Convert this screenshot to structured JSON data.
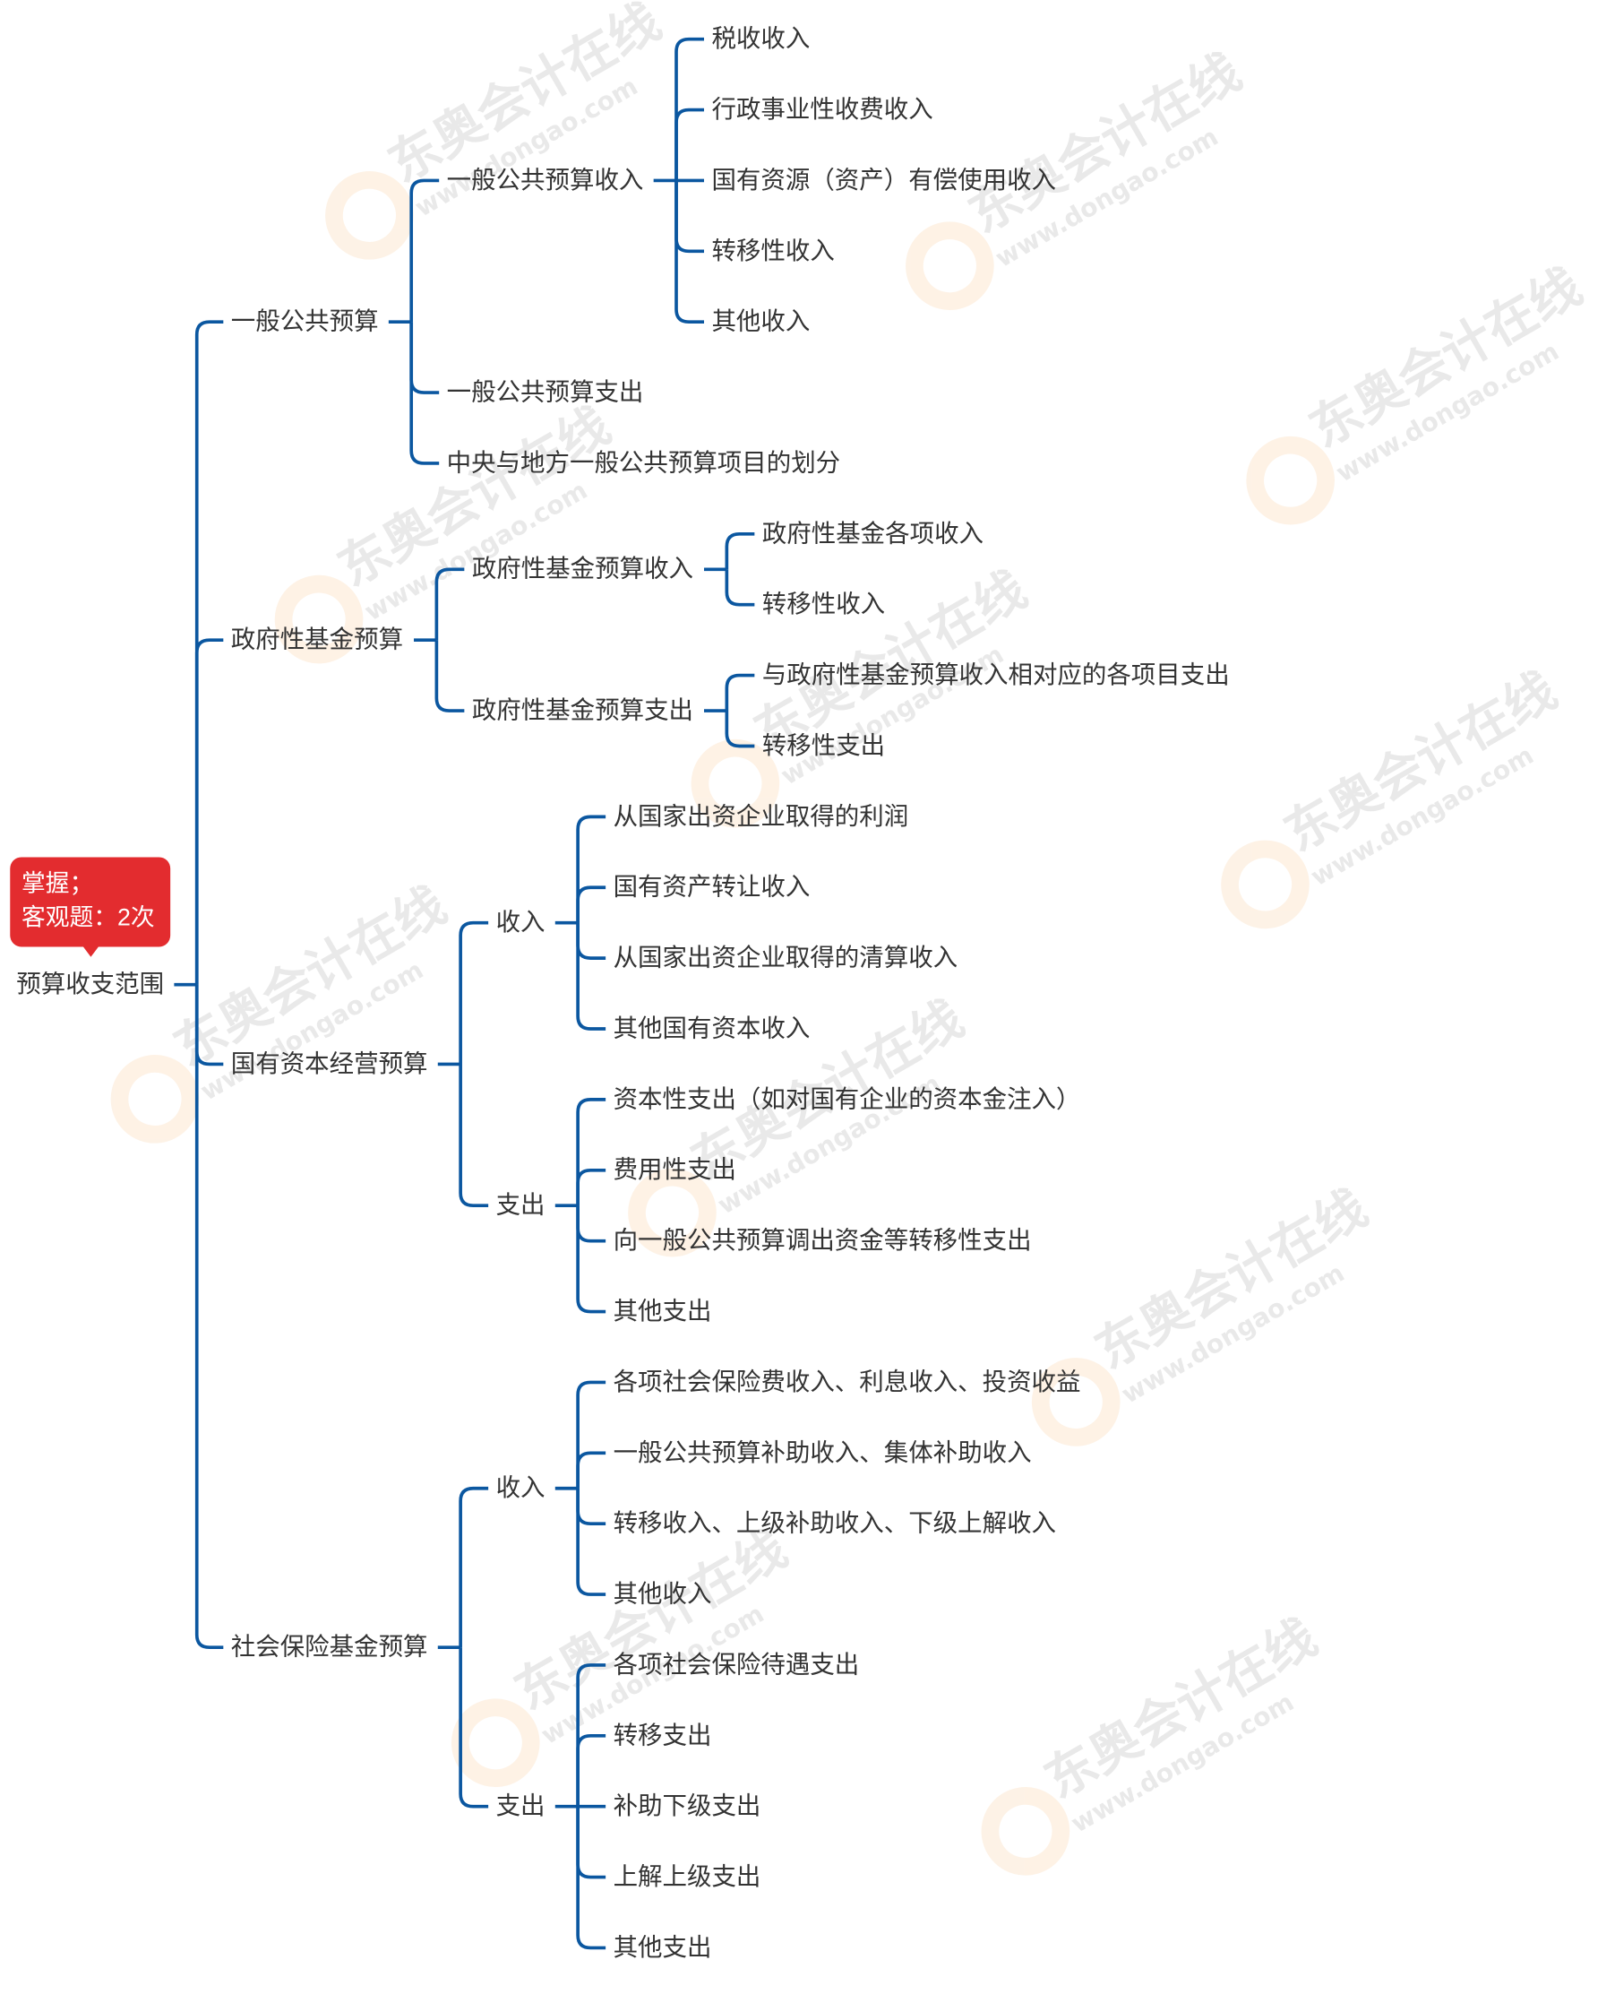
{
  "watermark": {
    "brand": "东奥会计在线",
    "url": "www.dongao.com"
  },
  "colors": {
    "line": "#0b57a0",
    "badge": "#e32c2f",
    "text": "#333333"
  },
  "badge": {
    "line1": "掌握；",
    "line2": "客观题：2次"
  },
  "tree": {
    "label": "预算收支范围",
    "children": [
      {
        "label": "一般公共预算",
        "children": [
          {
            "label": "一般公共预算收入",
            "children": [
              {
                "label": "税收收入"
              },
              {
                "label": "行政事业性收费收入"
              },
              {
                "label": "国有资源（资产）有偿使用收入"
              },
              {
                "label": "转移性收入"
              },
              {
                "label": "其他收入"
              }
            ]
          },
          {
            "label": "一般公共预算支出"
          },
          {
            "label": "中央与地方一般公共预算项目的划分"
          }
        ]
      },
      {
        "label": "政府性基金预算",
        "children": [
          {
            "label": "政府性基金预算收入",
            "children": [
              {
                "label": "政府性基金各项收入"
              },
              {
                "label": "转移性收入"
              }
            ]
          },
          {
            "label": "政府性基金预算支出",
            "children": [
              {
                "label": "与政府性基金预算收入相对应的各项目支出"
              },
              {
                "label": "转移性支出"
              }
            ]
          }
        ]
      },
      {
        "label": "国有资本经营预算",
        "children": [
          {
            "label": "收入",
            "children": [
              {
                "label": "从国家出资企业取得的利润"
              },
              {
                "label": "国有资产转让收入"
              },
              {
                "label": "从国家出资企业取得的清算收入"
              },
              {
                "label": "其他国有资本收入"
              }
            ]
          },
          {
            "label": "支出",
            "children": [
              {
                "label": "资本性支出（如对国有企业的资本金注入）"
              },
              {
                "label": "费用性支出"
              },
              {
                "label": "向一般公共预算调出资金等转移性支出"
              },
              {
                "label": "其他支出"
              }
            ]
          }
        ]
      },
      {
        "label": "社会保险基金预算",
        "children": [
          {
            "label": "收入",
            "children": [
              {
                "label": "各项社会保险费收入、利息收入、投资收益"
              },
              {
                "label": "一般公共预算补助收入、集体补助收入"
              },
              {
                "label": "转移收入、上级补助收入、下级上解收入"
              },
              {
                "label": "其他收入"
              }
            ]
          },
          {
            "label": "支出",
            "children": [
              {
                "label": "各项社会保险待遇支出"
              },
              {
                "label": "转移支出"
              },
              {
                "label": "补助下级支出"
              },
              {
                "label": "上解上级支出"
              },
              {
                "label": "其他支出"
              }
            ]
          }
        ]
      }
    ]
  }
}
